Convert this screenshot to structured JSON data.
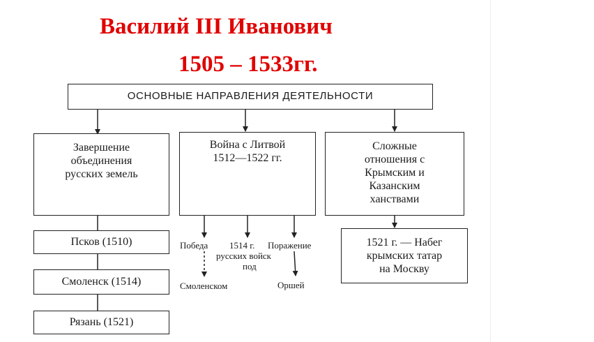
{
  "title": {
    "line1": "Василий III Иванович",
    "line2": "1505 – 1533гг."
  },
  "header": "ОСНОВНЫЕ НАПРАВЛЕНИЯ ДЕЯТЕЛЬНОСТИ",
  "directions": {
    "unification": [
      "Завершение",
      "объединения",
      "русских земель"
    ],
    "lithuania_war": [
      "Война с Литвой",
      "1512—1522 гг."
    ],
    "khanates": [
      "Сложные",
      "отношения с",
      "Крымским и",
      "Казанским",
      "ханствами"
    ]
  },
  "annexations": [
    "Псков (1510)",
    "Смоленск (1514)",
    "Рязань (1521)"
  ],
  "war_events": {
    "victory": "Победа",
    "year": "1514 г.",
    "defeat": "Поражение",
    "troops": "русских войск",
    "under": "под",
    "smolensk": "Смоленском",
    "orsha": "Оршей"
  },
  "raid": [
    "1521 г. — Набег",
    "крымских татар",
    "на Москву"
  ],
  "colors": {
    "title": "#e00000",
    "lines": "#222222"
  }
}
